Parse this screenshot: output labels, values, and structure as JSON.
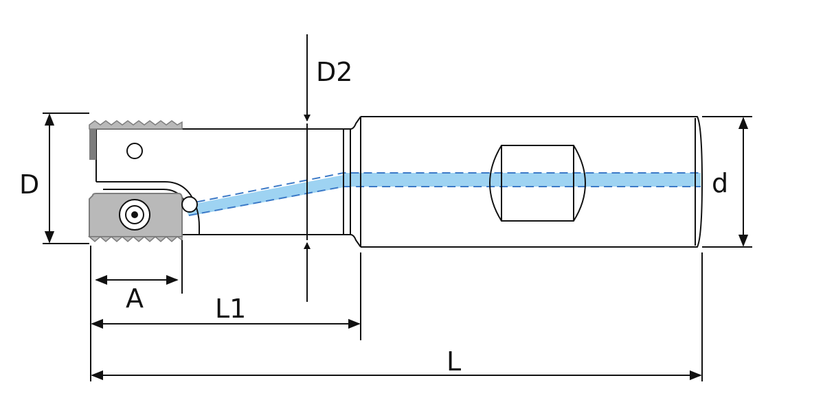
{
  "labels": {
    "D": "D",
    "D2": "D2",
    "d": "d",
    "A": "A",
    "L1": "L1",
    "L": "L"
  },
  "colors": {
    "line": "#111111",
    "coolant": "#9ed3f2",
    "coolant_edge": "#3b79c7",
    "insert": "#b9b9b9",
    "insert_dark": "#7d7d7d"
  }
}
